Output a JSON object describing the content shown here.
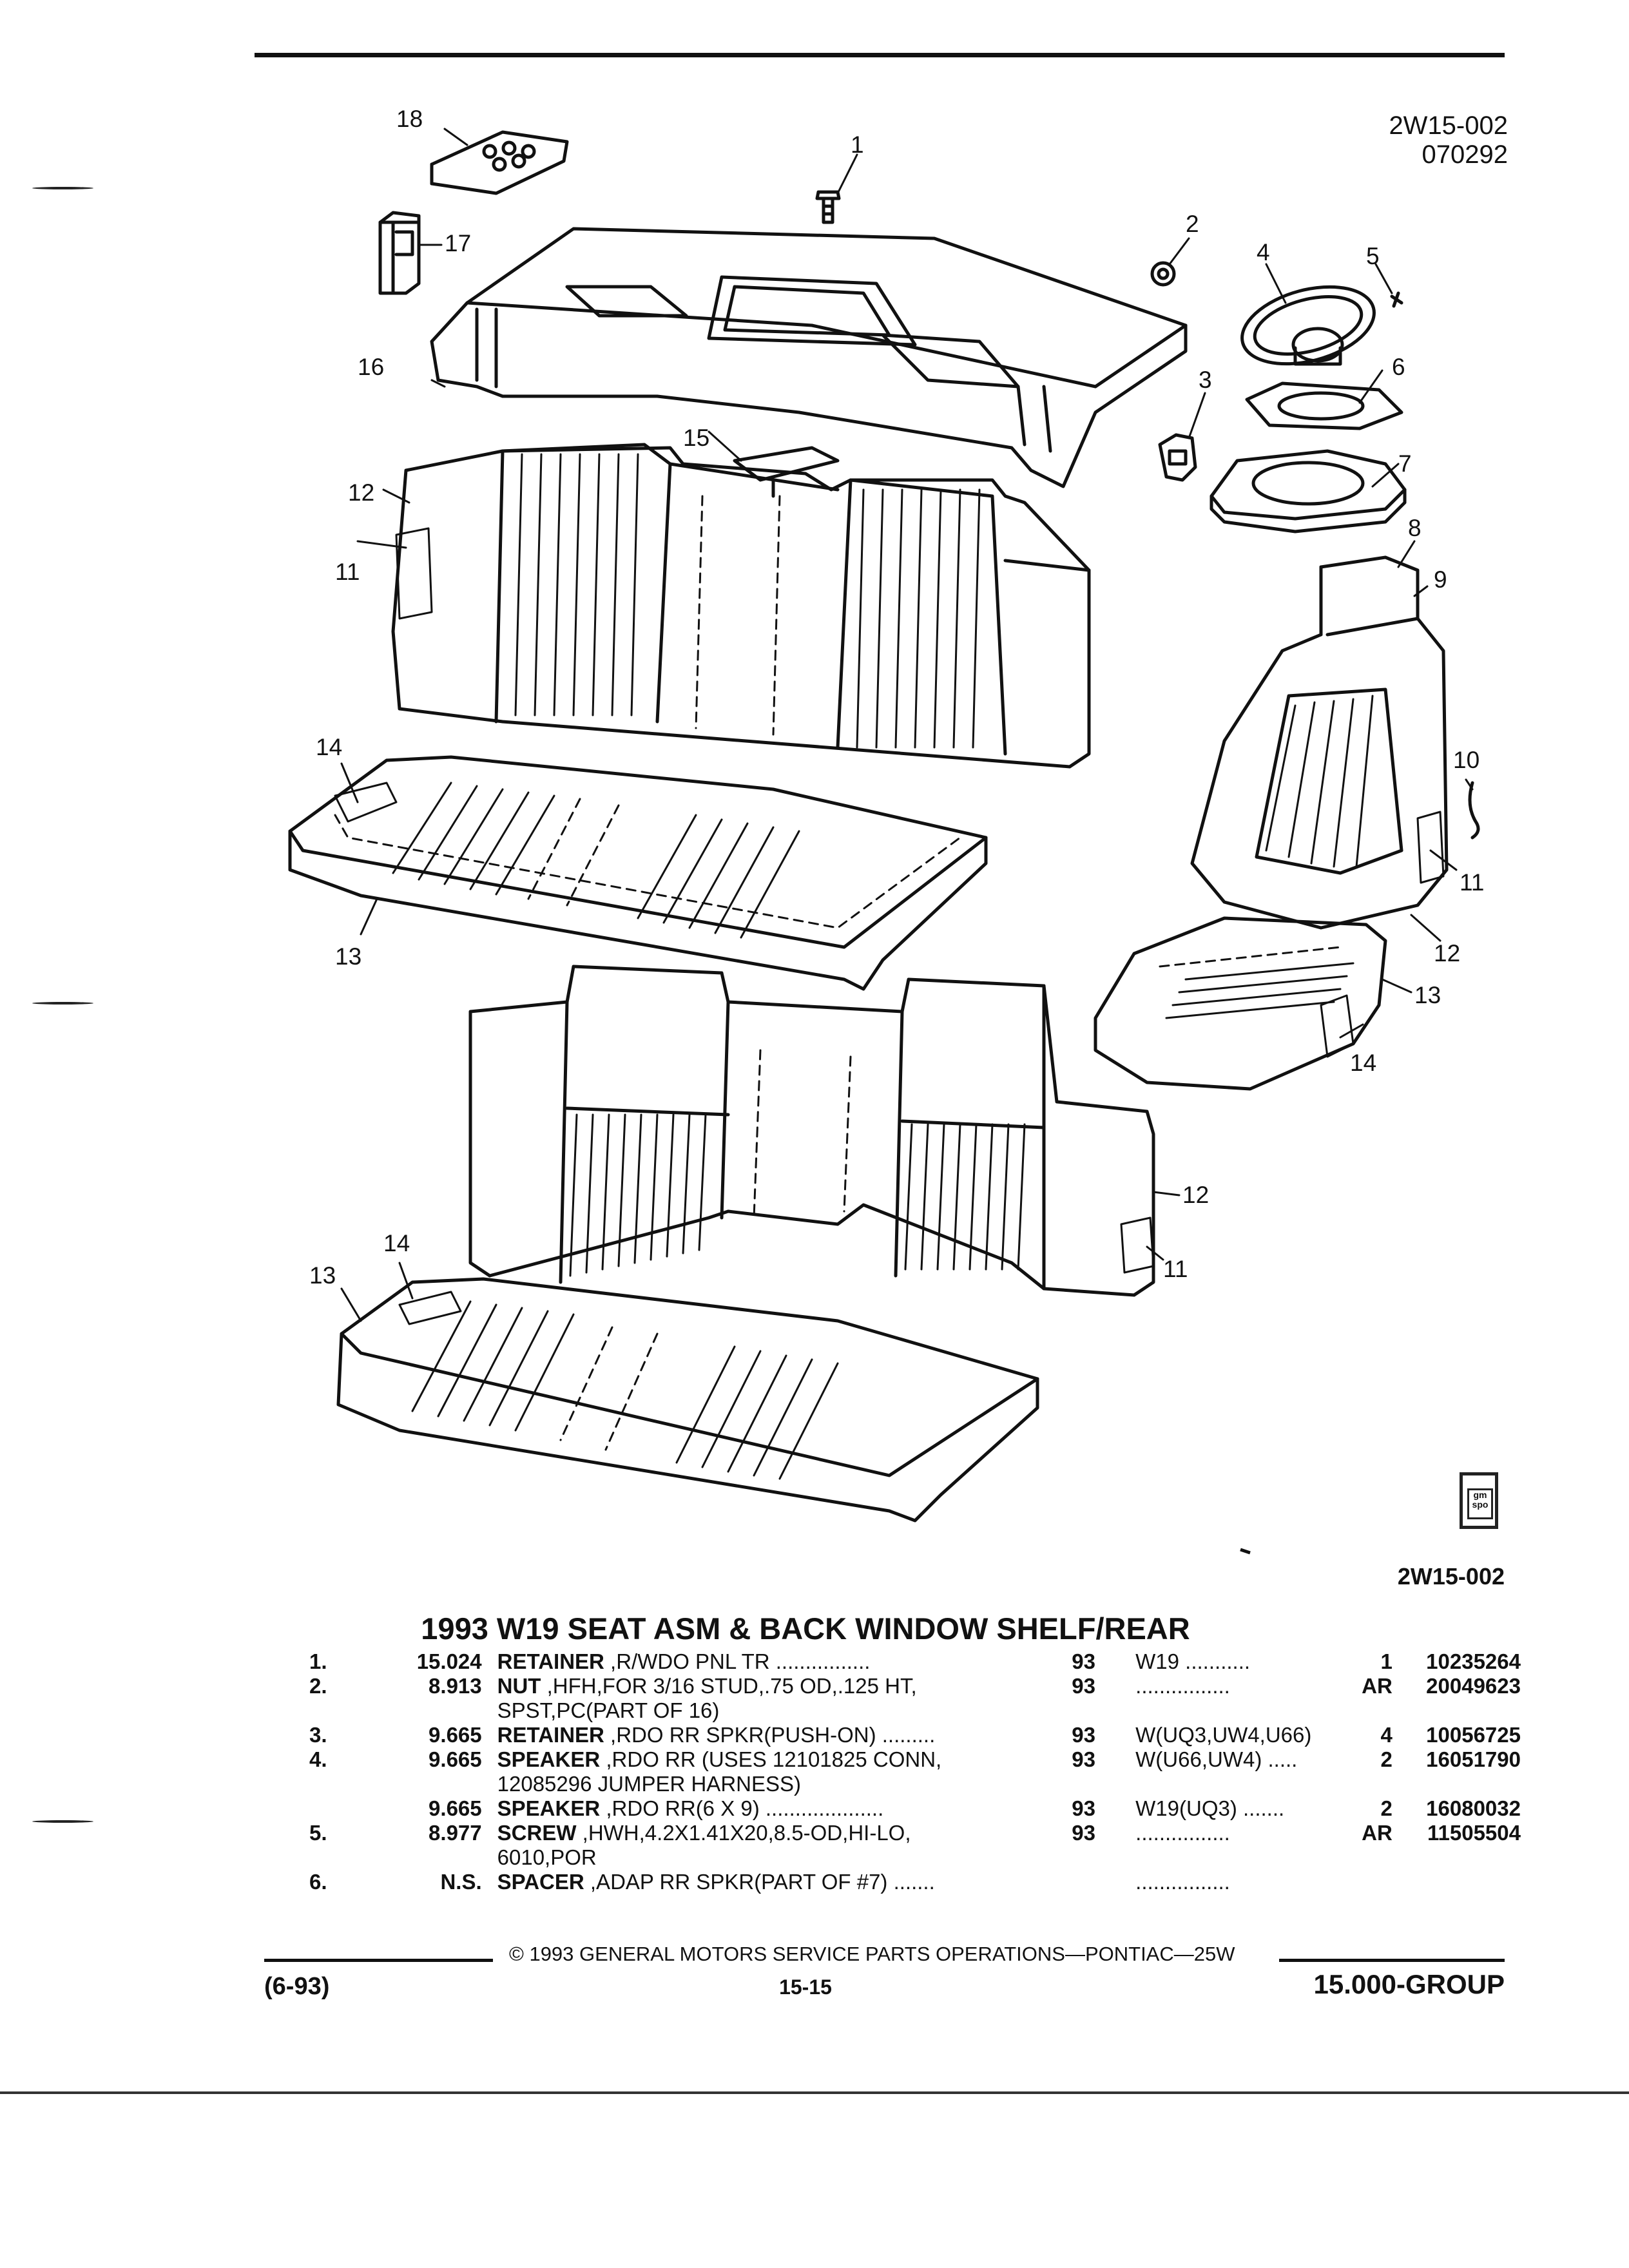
{
  "header": {
    "diagram_code": "2W15-002",
    "date_code": "070292"
  },
  "callouts": {
    "c1": "1",
    "c2": "2",
    "c3": "3",
    "c4": "4",
    "c5": "5",
    "c6": "6",
    "c7": "7",
    "c8": "8",
    "c9": "9",
    "c10": "10",
    "c11a": "11",
    "c11b": "11",
    "c11c": "11",
    "c12a": "12",
    "c12b": "12",
    "c12c": "12",
    "c13a": "13",
    "c13b": "13",
    "c13c": "13",
    "c14a": "14",
    "c14b": "14",
    "c14c": "14",
    "c15": "15",
    "c16": "16",
    "c17": "17",
    "c18": "18"
  },
  "logo": {
    "text": "gm spo"
  },
  "diagram_footer_code": "2W15-002",
  "parts_list": {
    "title": "1993 W19 SEAT ASM & BACK WINDOW SHELF/REAR",
    "rows": [
      {
        "num": "1.",
        "code": "15.024",
        "name": "RETAINER",
        "detail": ",R/WDO PNL TR ................",
        "year": "93",
        "usage": "W19 ...........",
        "qty": "1",
        "part": "10235264"
      },
      {
        "num": "2.",
        "code": "8.913",
        "name": "NUT",
        "detail": ",HFH,FOR 3/16 STUD,.75 OD,.125 HT,",
        "year": "93",
        "usage": "................",
        "qty": "AR",
        "part": "20049623"
      },
      {
        "num": "",
        "code": "",
        "name": "",
        "detail": "SPST,PC(PART OF 16)",
        "year": "",
        "usage": "",
        "qty": "",
        "part": ""
      },
      {
        "num": "3.",
        "code": "9.665",
        "name": "RETAINER",
        "detail": ",RDO RR SPKR(PUSH-ON) .........",
        "year": "93",
        "usage": "W(UQ3,UW4,U66)",
        "qty": "4",
        "part": "10056725"
      },
      {
        "num": "4.",
        "code": "9.665",
        "name": "SPEAKER",
        "detail": ",RDO RR (USES 12101825 CONN,",
        "year": "93",
        "usage": "W(U66,UW4) .....",
        "qty": "2",
        "part": "16051790"
      },
      {
        "num": "",
        "code": "",
        "name": "",
        "detail": "12085296 JUMPER HARNESS)",
        "year": "",
        "usage": "",
        "qty": "",
        "part": ""
      },
      {
        "num": "",
        "code": "9.665",
        "name": "SPEAKER",
        "detail": ",RDO RR(6 X 9) ....................",
        "year": "93",
        "usage": "W19(UQ3) .......",
        "qty": "2",
        "part": "16080032"
      },
      {
        "num": "5.",
        "code": "8.977",
        "name": "SCREW",
        "detail": ",HWH,4.2X1.41X20,8.5-OD,HI-LO,",
        "year": "93",
        "usage": "................",
        "qty": "AR",
        "part": "11505504"
      },
      {
        "num": "",
        "code": "",
        "name": "",
        "detail": "6010,POR",
        "year": "",
        "usage": "",
        "qty": "",
        "part": ""
      },
      {
        "num": "6.",
        "code": "N.S.",
        "name": "SPACER",
        "detail": ",ADAP RR SPKR(PART OF #7) .......",
        "year": "",
        "usage": "................",
        "qty": "",
        "part": ""
      }
    ]
  },
  "footer": {
    "copyright": "© 1993 GENERAL MOTORS SERVICE PARTS OPERATIONS—PONTIAC—25W",
    "date": "(6-93)",
    "page": "15-15",
    "group": "15.000-GROUP"
  }
}
